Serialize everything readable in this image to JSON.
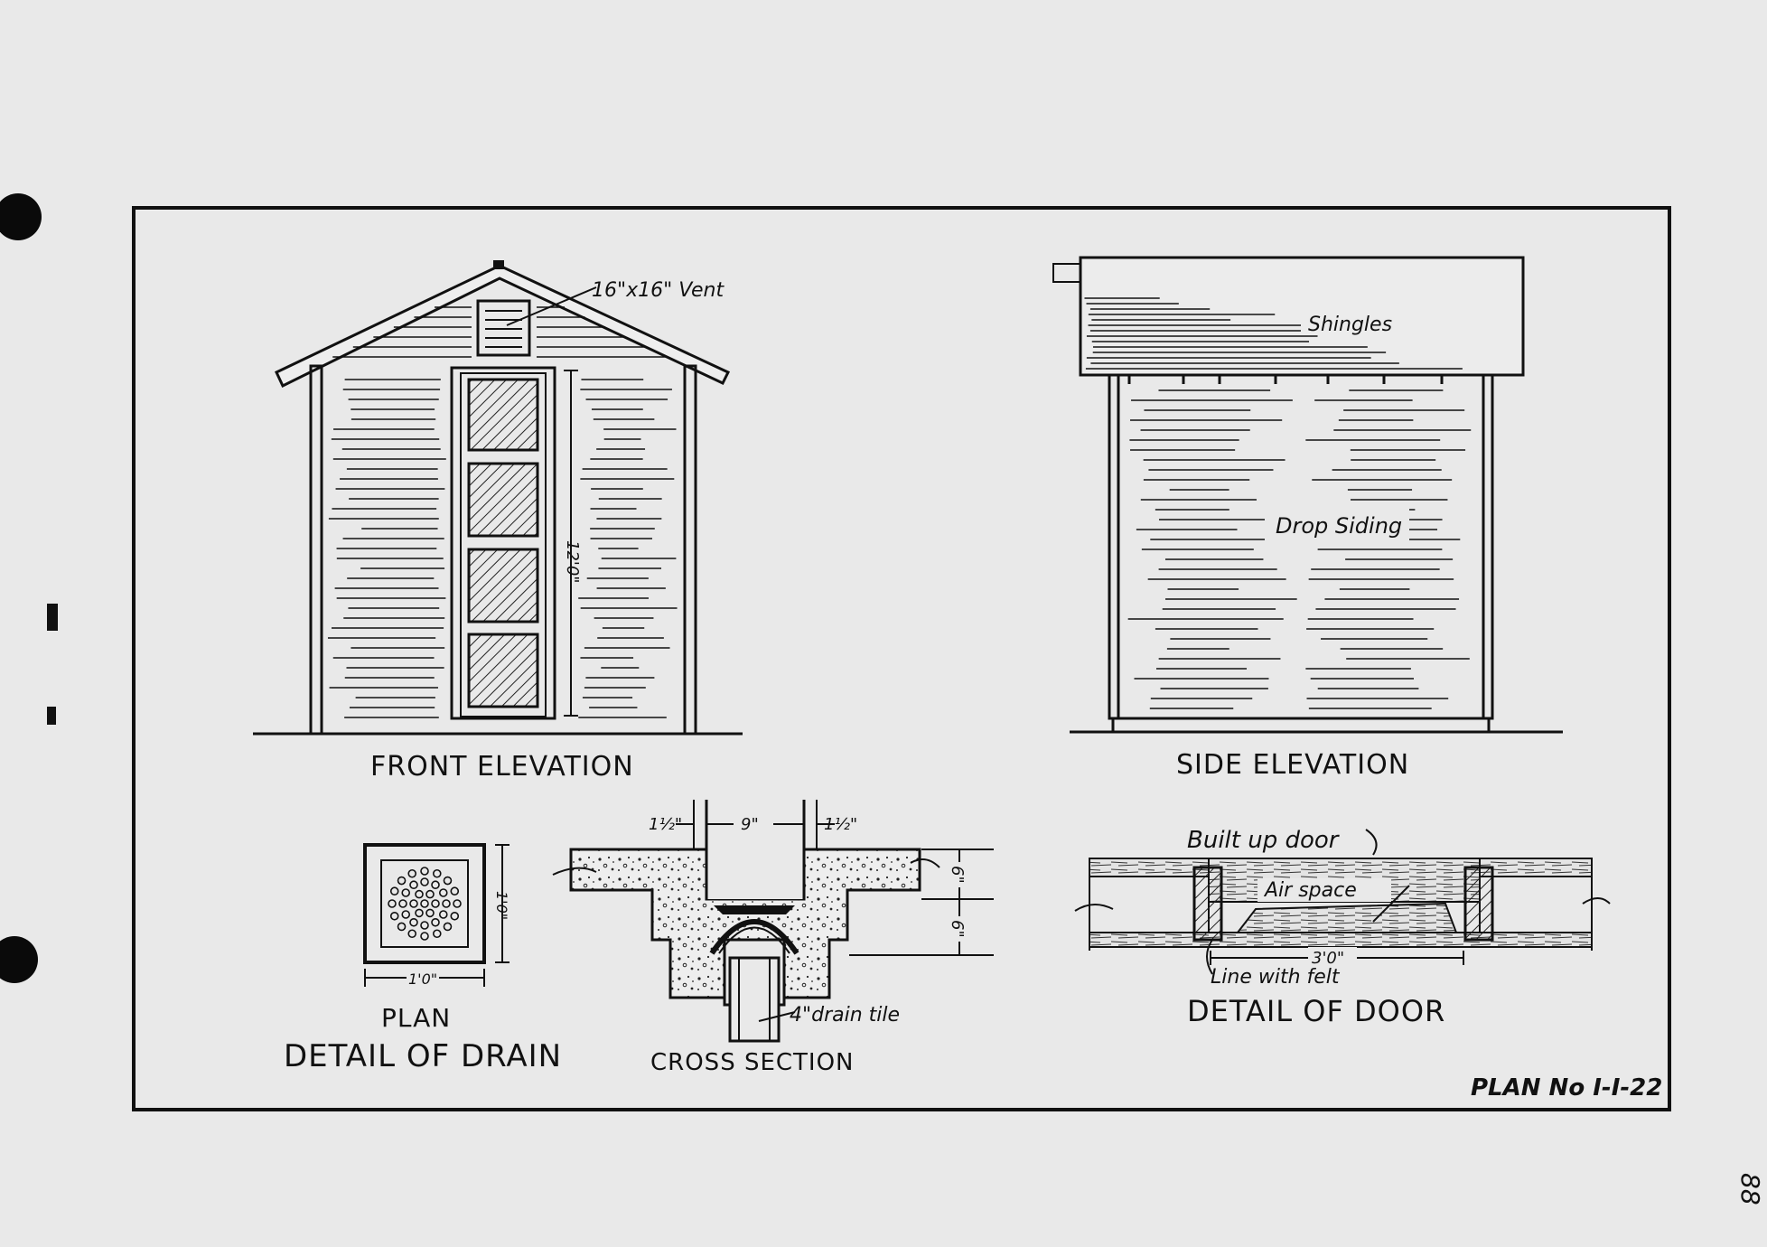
{
  "drawing": {
    "plan_number": "PLAN No I-I-22",
    "front_elevation": {
      "title": "FRONT ELEVATION",
      "vent_label": "16\"x16\" Vent",
      "height_dim": "12'0\""
    },
    "side_elevation": {
      "title": "SIDE ELEVATION",
      "roof_label": "Shingles",
      "wall_label": "Drop Siding"
    },
    "drain_plan": {
      "title": "PLAN",
      "subtitle": "DETAIL OF DRAIN",
      "width_dim": "1'0\"",
      "height_dim": "1'0\""
    },
    "drain_section": {
      "title": "CROSS SECTION",
      "dim_left": "1½\"",
      "dim_center": "9\"",
      "dim_right": "1½\"",
      "dim_upper": "6\"",
      "dim_lower": "6\"",
      "tile_label": "4\"drain tile"
    },
    "door_detail": {
      "title": "DETAIL OF DOOR",
      "top_label": "Built up door",
      "air_label": "Air space",
      "width_dim": "3'0\"",
      "felt_label": "Line with felt"
    },
    "margin_note": "88"
  }
}
